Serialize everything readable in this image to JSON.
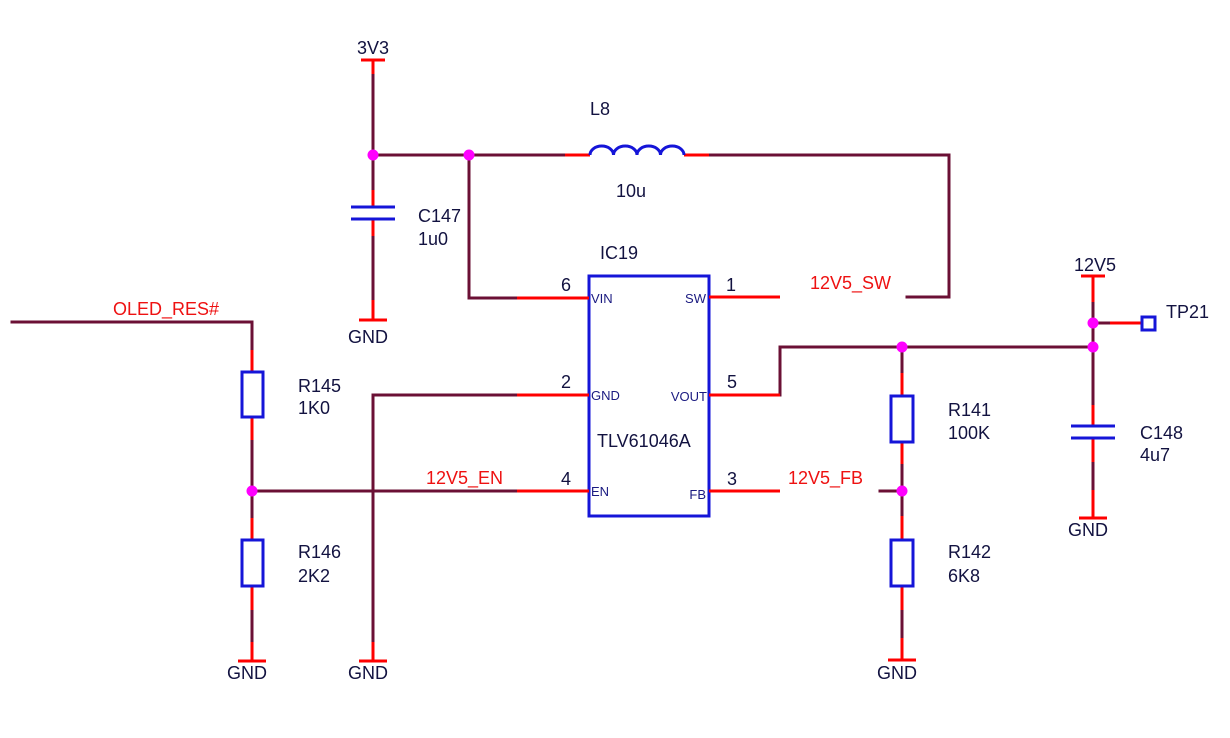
{
  "power": {
    "v3v3": "3V3",
    "v12v5": "12V5",
    "gnd": "GND"
  },
  "nets": {
    "oled_res": "OLED_RES#",
    "sw": "12V5_SW",
    "en": "12V5_EN",
    "fb": "12V5_FB"
  },
  "ic": {
    "ref": "IC19",
    "part": "TLV61046A",
    "pins": {
      "vin": {
        "name": "VIN",
        "num": "6"
      },
      "gnd": {
        "name": "GND",
        "num": "2"
      },
      "en": {
        "name": "EN",
        "num": "4"
      },
      "sw": {
        "name": "SW",
        "num": "1"
      },
      "vout": {
        "name": "VOUT",
        "num": "5"
      },
      "fb": {
        "name": "FB",
        "num": "3"
      }
    }
  },
  "components": {
    "l8": {
      "ref": "L8",
      "value": "10u"
    },
    "c147": {
      "ref": "C147",
      "value": "1u0"
    },
    "c148": {
      "ref": "C148",
      "value": "4u7"
    },
    "r145": {
      "ref": "R145",
      "value": "1K0"
    },
    "r146": {
      "ref": "R146",
      "value": "2K2"
    },
    "r141": {
      "ref": "R141",
      "value": "100K"
    },
    "r142": {
      "ref": "R142",
      "value": "6K8"
    },
    "tp21": {
      "ref": "TP21"
    }
  },
  "colors": {
    "wire": "#6b1035",
    "pin": "#ff0000",
    "component": "#1515d8",
    "junction": "#ff00ff",
    "net_label": "#ee1111",
    "text": "#121240"
  }
}
